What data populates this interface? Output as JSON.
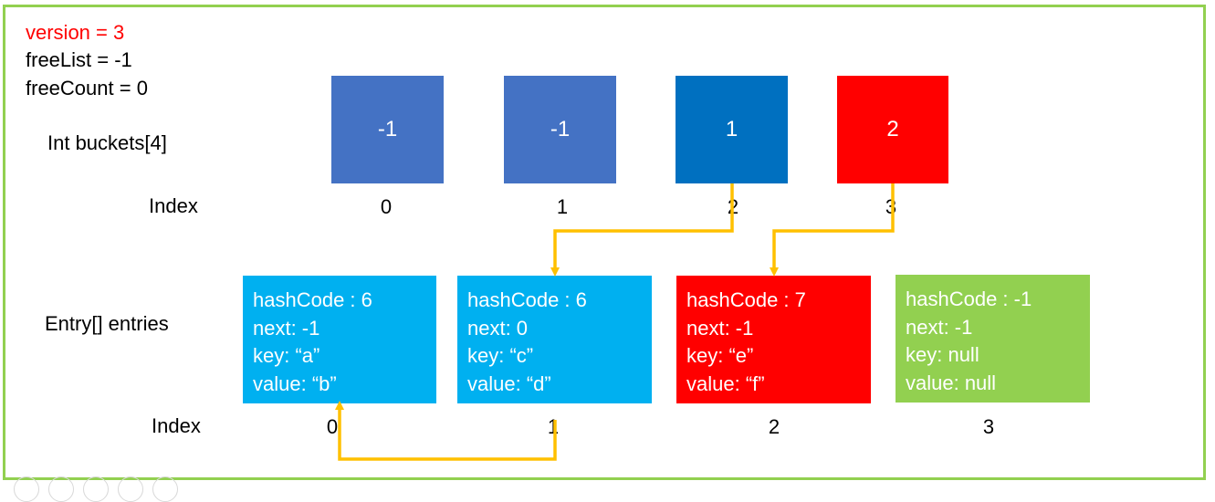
{
  "state": {
    "version": "version = 3",
    "freeList": "freeList = -1",
    "freeCount": "freeCount = 0"
  },
  "labels": {
    "buckets": "Int buckets[4]",
    "entries": "Entry[] entries",
    "bucket_index": "Index",
    "entry_index": "Index"
  },
  "buckets": [
    {
      "value": "-1",
      "index": "0",
      "color": "#4472c4"
    },
    {
      "value": "-1",
      "index": "1",
      "color": "#4472c4"
    },
    {
      "value": "1",
      "index": "2",
      "color": "#0070c0"
    },
    {
      "value": "2",
      "index": "3",
      "color": "#ff0000"
    }
  ],
  "entries": [
    {
      "hashCode": "hashCode : 6",
      "next": "next: -1",
      "key": "key: “a”",
      "value": "value: “b”",
      "index": "0",
      "color": "#00b0f0"
    },
    {
      "hashCode": "hashCode : 6",
      "next": "next: 0",
      "key": "key: “c”",
      "value": "value: “d”",
      "index": "1",
      "color": "#00b0f0"
    },
    {
      "hashCode": "hashCode : 7",
      "next": "next: -1",
      "key": "key: “e”",
      "value": "value: “f”",
      "index": "2",
      "color": "#ff0000"
    },
    {
      "hashCode": "hashCode : -1",
      "next": "next: -1",
      "key": "key: null",
      "value": "value: null",
      "index": "3",
      "color": "#92d050"
    }
  ],
  "colors": {
    "frame": "#92d050",
    "arrow": "#ffc000",
    "version_text": "#ff0000"
  }
}
